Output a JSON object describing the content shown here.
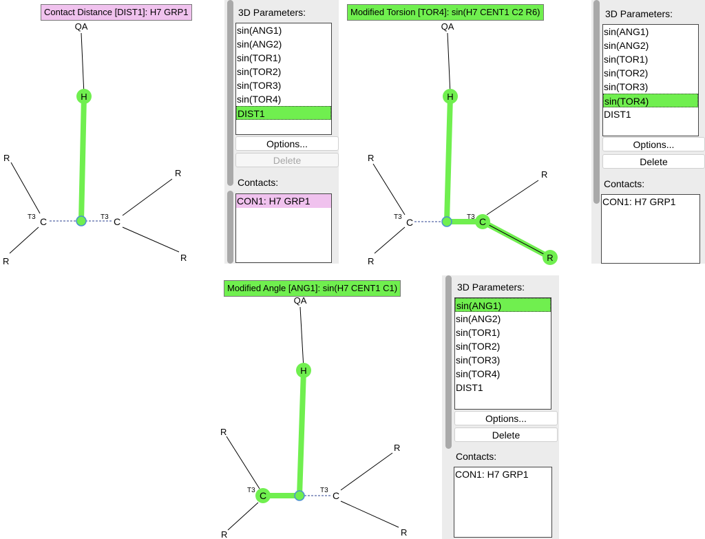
{
  "colors": {
    "highlight_green": "#70ef4f",
    "highlight_pink": "#f0c2ee",
    "node_blue": "#4a8fd0",
    "panel_bg": "#ececec"
  },
  "panel1": {
    "banner": "Contact Distance [DIST1]: H7 GRP1",
    "params_label": "3D Parameters:",
    "params": [
      "sin(ANG1)",
      "sin(ANG2)",
      "sin(TOR1)",
      "sin(TOR2)",
      "sin(TOR3)",
      "sin(TOR4)",
      "DIST1"
    ],
    "selected_param": "DIST1",
    "options_button": "Options...",
    "delete_button": "Delete",
    "delete_enabled": false,
    "contacts_label": "Contacts:",
    "contacts": [
      "CON1: H7 GRP1"
    ],
    "selected_contact": "CON1: H7 GRP1",
    "labels": {
      "qa": "QA",
      "h": "H",
      "c_left": "C",
      "c_right": "C",
      "t3_left": "T3",
      "t3_right": "T3",
      "r_top_left": "R",
      "r_bottom_left": "R",
      "r_top_right": "R",
      "r_bottom_right": "R"
    }
  },
  "panel2": {
    "banner": "Modified Torsion [TOR4]: sin(H7 CENT1 C2 R6)",
    "params_label": "3D Parameters:",
    "params": [
      "sin(ANG1)",
      "sin(ANG2)",
      "sin(TOR1)",
      "sin(TOR2)",
      "sin(TOR3)",
      "sin(TOR4)",
      "DIST1"
    ],
    "selected_param": "sin(TOR4)",
    "options_button": "Options...",
    "delete_button": "Delete",
    "delete_enabled": true,
    "contacts_label": "Contacts:",
    "contacts": [
      "CON1: H7 GRP1"
    ],
    "selected_contact": null,
    "labels": {
      "qa": "QA",
      "h": "H",
      "c_left": "C",
      "c_right": "C",
      "t3_left": "T3",
      "t3_right": "T3",
      "r_top_left": "R",
      "r_bottom_left": "R",
      "r_top_right": "R",
      "r_bottom_right": "R"
    }
  },
  "panel3": {
    "banner": "Modified Angle [ANG1]: sin(H7 CENT1 C1)",
    "params_label": "3D Parameters:",
    "params": [
      "sin(ANG1)",
      "sin(ANG2)",
      "sin(TOR1)",
      "sin(TOR2)",
      "sin(TOR3)",
      "sin(TOR4)",
      "DIST1"
    ],
    "selected_param": "sin(ANG1)",
    "options_button": "Options...",
    "delete_button": "Delete",
    "delete_enabled": true,
    "contacts_label": "Contacts:",
    "contacts": [
      "CON1: H7 GRP1"
    ],
    "selected_contact": null,
    "labels": {
      "qa": "QA",
      "h": "H",
      "c_left": "C",
      "c_right": "C",
      "t3_left": "T3",
      "t3_right": "T3",
      "r_top_left": "R",
      "r_bottom_left": "R",
      "r_top_right": "R",
      "r_bottom_right": "R"
    }
  }
}
